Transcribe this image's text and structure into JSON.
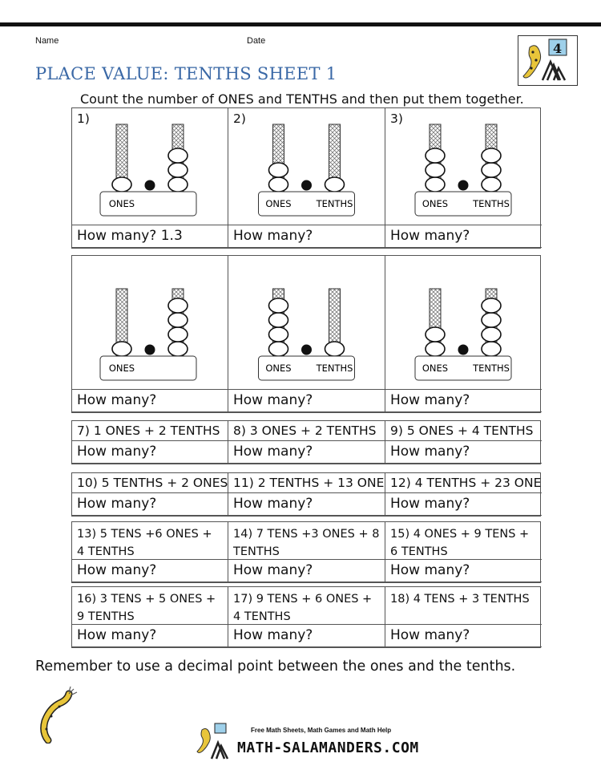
{
  "header": {
    "name_label": "Name",
    "date_label": "Date",
    "grade_badge": "4"
  },
  "title": "PLACE VALUE: TENTHS SHEET 1",
  "instruction": "Count the number of ONES and TENTHS and then put them together.",
  "abacus_rows": [
    {
      "problems": [
        {
          "number": "1)",
          "labels": [
            "ONES"
          ],
          "answer": "How many?   1.3",
          "ones": 1,
          "tenths": 3
        },
        {
          "number": "2)",
          "labels": [
            "ONES",
            "TENTHS"
          ],
          "answer": "How many?",
          "ones": 2,
          "tenths": 1
        },
        {
          "number": "3)",
          "labels": [
            "ONES",
            "TENTHS"
          ],
          "answer": "How many?",
          "ones": 3,
          "tenths": 3
        }
      ]
    },
    {
      "problems": [
        {
          "number": "",
          "labels": [
            "ONES"
          ],
          "answer": "How many?",
          "ones": 1,
          "tenths": 4
        },
        {
          "number": "",
          "labels": [
            "ONES",
            "TENTHS"
          ],
          "answer": "How many?",
          "ones": 4,
          "tenths": 1
        },
        {
          "number": "",
          "labels": [
            "ONES",
            "TENTHS"
          ],
          "answer": "How many?",
          "ones": 2,
          "tenths": 4
        }
      ]
    }
  ],
  "text_rows": [
    {
      "problems": [
        "7) 1 ONES + 2 TENTHS",
        "8) 3 ONES + 2 TENTHS",
        "9) 5 ONES + 4 TENTHS"
      ],
      "answers": [
        "How many?",
        "How many?",
        "How many?"
      ]
    },
    {
      "problems": [
        "10) 5 TENTHS + 2 ONES",
        "11) 2 TENTHS + 13 ONES",
        "12) 4 TENTHS + 23 ONES"
      ],
      "answers": [
        "How many?",
        "How many?",
        "How many?"
      ]
    },
    {
      "problems": [
        "13) 5 TENS +6 ONES + 4 TENTHS",
        "14) 7 TENS +3 ONES + 8 TENTHS",
        "15) 4 ONES + 9 TENS + 6 TENTHS"
      ],
      "answers": [
        "How many?",
        "How many?",
        "How many?"
      ]
    },
    {
      "problems": [
        "16) 3 TENS + 5 ONES + 9 TENTHS",
        "17) 9 TENS + 6 ONES + 4 TENTHS",
        "18) 4 TENS + 3 TENTHS"
      ],
      "answers": [
        "How many?",
        "How many?",
        "How many?"
      ]
    }
  ],
  "footer": {
    "reminder": "Remember to use a decimal point between the ones and the tenths.",
    "tagline": "Free Math Sheets, Math Games and Math Help",
    "site": "MATH-SALAMANDERS.COM"
  }
}
